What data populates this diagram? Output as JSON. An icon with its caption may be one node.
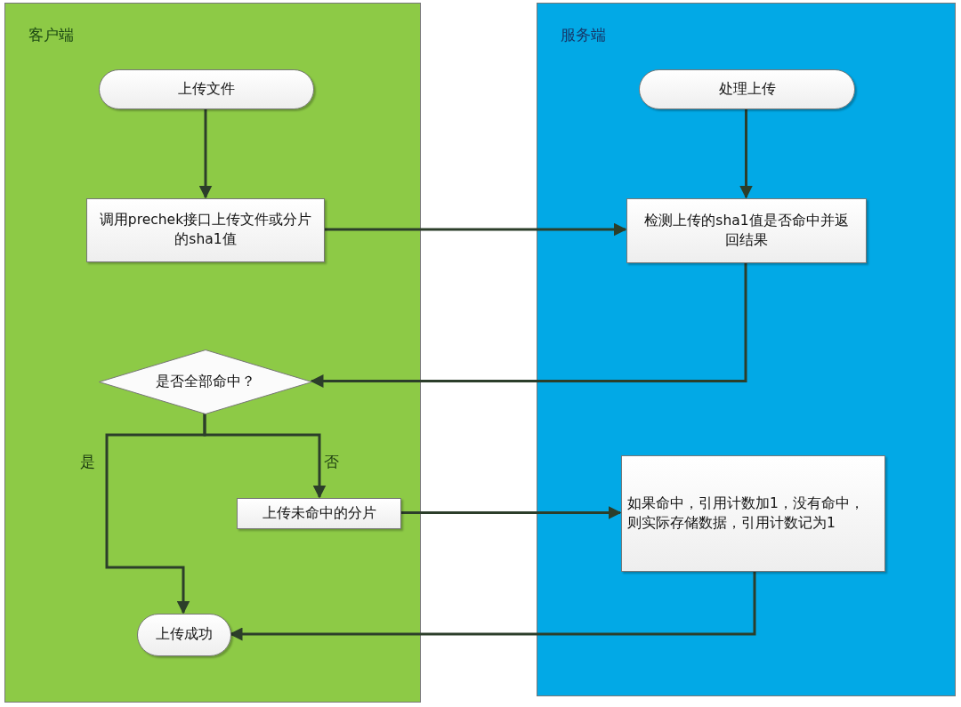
{
  "diagram": {
    "nodes": [
      {
        "text": [
          "客户端"
        ]
      },
      {
        "text": [
          "服务端"
        ]
      },
      {
        "text": [
          "上传文件"
        ],
        "in": 0
      },
      {
        "text": [
          "调用prechek接口上传文件或分片的sha1值"
        ],
        "in": 0
      },
      {
        "text": [
          "是否全部命中？"
        ],
        "in": 0
      },
      {
        "text": [
          "上传未命中的分片"
        ],
        "in": 0
      },
      {
        "text": [
          "上传成功"
        ],
        "in": 0
      },
      {
        "text": [
          "处理上传"
        ],
        "in": 1
      },
      {
        "text": [
          "检测上传的sha1值是否命中并返回结果"
        ],
        "in": 1
      },
      {
        "text": [
          "如果命中，引用计数加1，没有命中，则实际存储数据，引用计数记为1"
        ],
        "in": 1
      }
    ],
    "edges": [
      {
        "from": 2,
        "to": 3,
        "arrow": "to"
      },
      {
        "from": 3,
        "to": 8,
        "arrow": "to"
      },
      {
        "from": 7,
        "to": 8,
        "arrow": "to"
      },
      {
        "from": 8,
        "to": 4,
        "arrow": "to"
      },
      {
        "from": 4,
        "to": 6,
        "arrow": "to"
      },
      {
        "from": 4,
        "to": 5,
        "arrow": "to"
      },
      {
        "from": 5,
        "to": 9,
        "arrow": "to"
      },
      {
        "from": 9,
        "to": 6,
        "arrow": "to"
      }
    ],
    "labels": [
      "是",
      "否"
    ]
  }
}
